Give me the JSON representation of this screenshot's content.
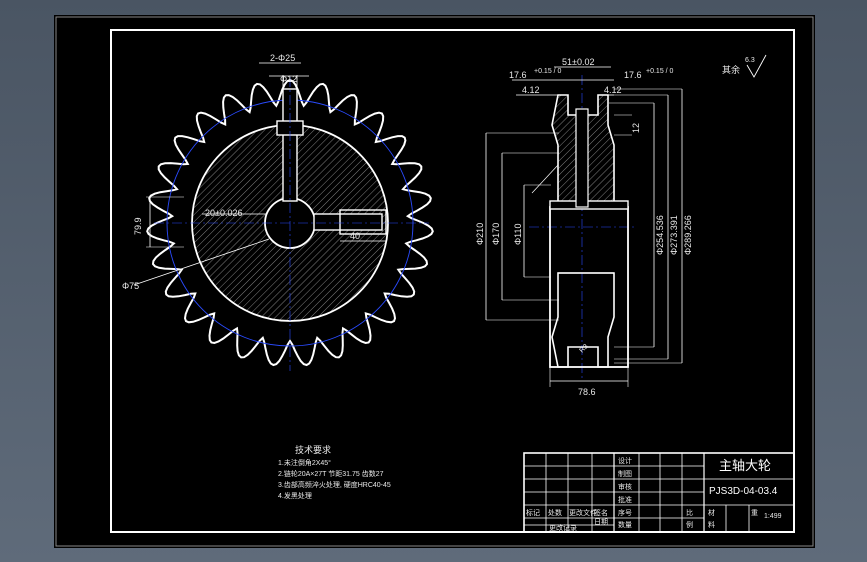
{
  "drawing": {
    "title": "主轴大轮",
    "drawing_no": "PJS3D-04-03.4",
    "scale": "1:499",
    "other": "其余",
    "roughness": "6.3"
  },
  "dims_front": {
    "holes": "2-Φ25",
    "pin": "Φ12",
    "bore": "20±0.026",
    "keyway": "40",
    "chord": "79.9",
    "hub": "Φ75"
  },
  "dims_side": {
    "width_total": "51±0.02",
    "tooth_w_left": "17.6",
    "tooth_w_right": "17.6",
    "tol_left": "+0.15 / 0",
    "tol_right": "+0.15 / 0",
    "chamfer_left": "4.12",
    "chamfer_right": "4.12",
    "slot": "12",
    "d210": "Φ210",
    "d170": "Φ170",
    "d110": "Φ110",
    "d254": "Φ254.536",
    "d273": "Φ273.391",
    "d289": "Φ289.266",
    "hub_w": "78.6",
    "r3": "R3"
  },
  "tech_notes": {
    "heading": "技术要求",
    "lines": [
      "1.未注倒角2X45°",
      "2.链轮20A×27T 节距31.75 齿数27",
      "3.齿部高频淬火处理, 硬度HRC40-45",
      "4.发黑处理"
    ]
  },
  "title_block": {
    "design": "设计",
    "draw": "制图",
    "check": "审核",
    "approve": "批准",
    "mark": "标记",
    "count": "处数",
    "file": "更改文件",
    "sign": "签名",
    "date": "日期",
    "change_record": "更改记录",
    "qty": "数量",
    "seq": "序号",
    "ratio": "比",
    "ratio2": "例",
    "material": "材",
    "material2": "料",
    "weight": "重"
  }
}
